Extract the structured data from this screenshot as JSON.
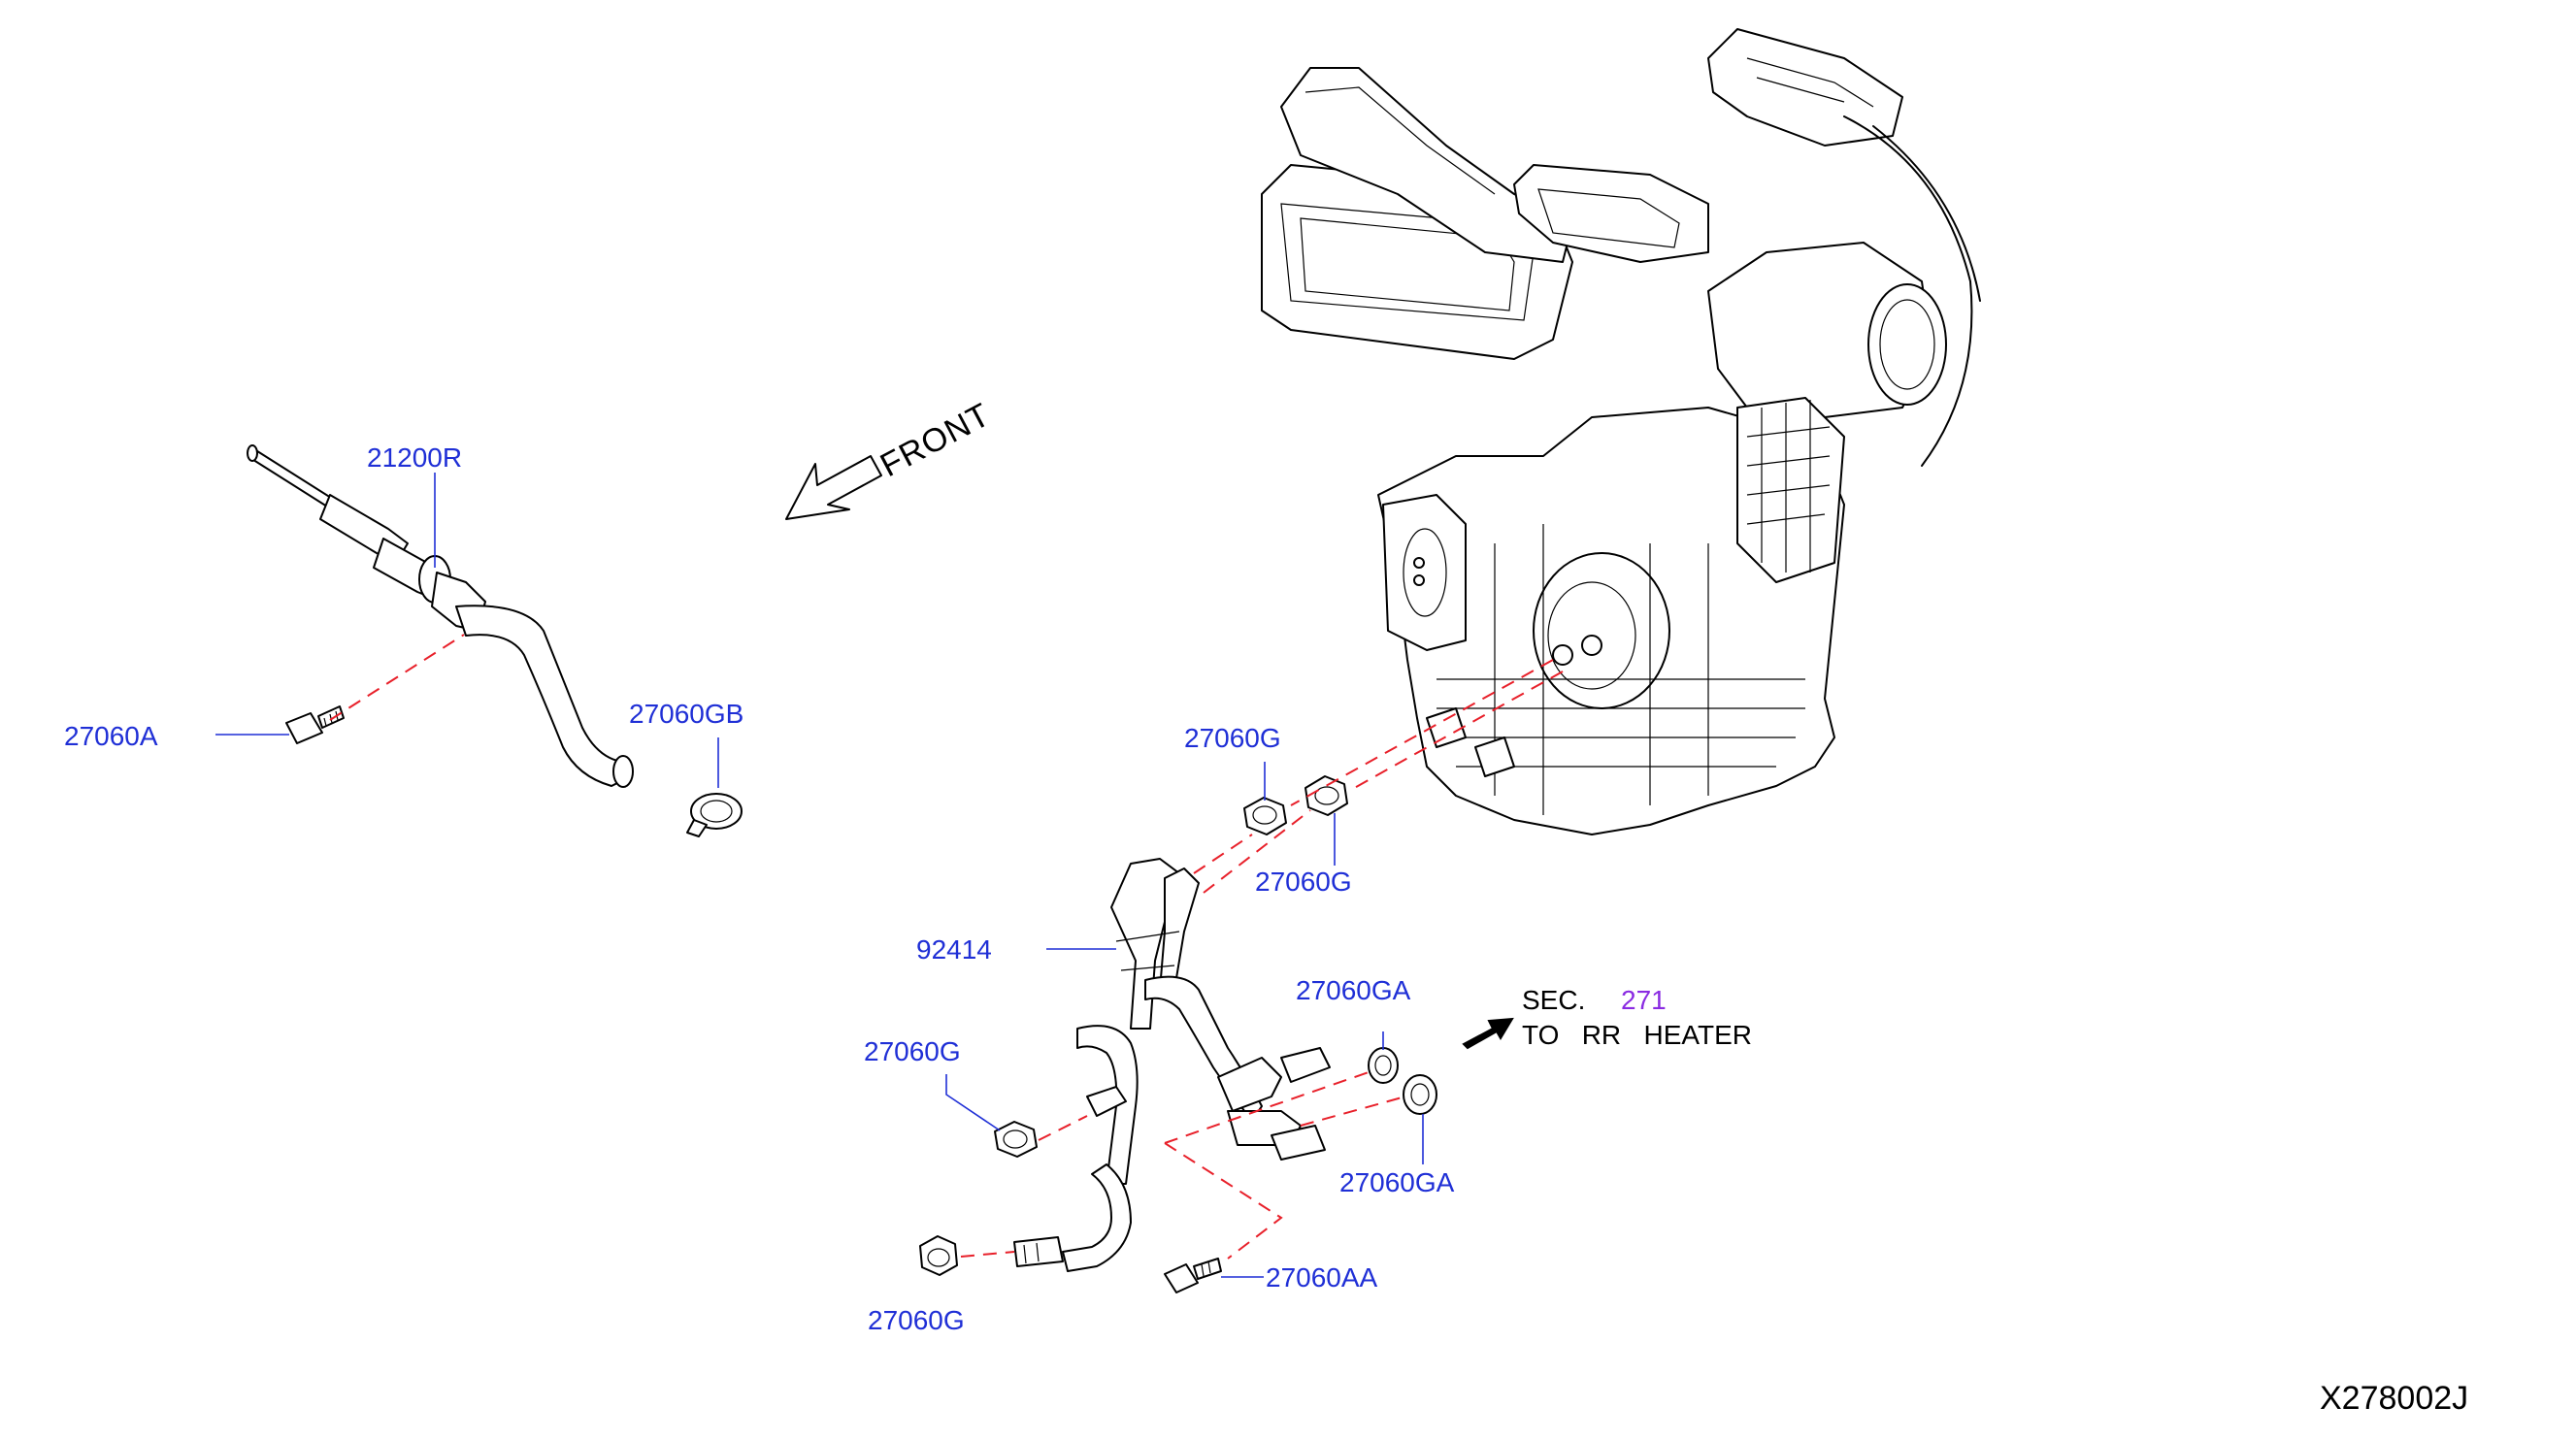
{
  "labels": {
    "front": "FRONT",
    "p21200R": "21200R",
    "p27060A": "27060A",
    "p27060GB": "27060GB",
    "p27060G_top": "27060G",
    "p27060G_mid": "27060G",
    "p92414": "92414",
    "p27060G_left": "27060G",
    "p27060GA_top": "27060GA",
    "p27060GA_bottom": "27060GA",
    "p27060G_bottom": "27060G",
    "p27060AA": "27060AA",
    "sec_prefix": "SEC.",
    "sec_number": "271",
    "sec_desc": "TO   RR   HEATER",
    "drawing_code": "X278002J"
  },
  "colors": {
    "callout_text": "#1f2fd6",
    "section_ref": "#8a2be2",
    "assembly_lines": "#e8202a",
    "outline": "#000000"
  },
  "icons": [
    "front-arrow-icon",
    "direction-arrow-icon"
  ]
}
